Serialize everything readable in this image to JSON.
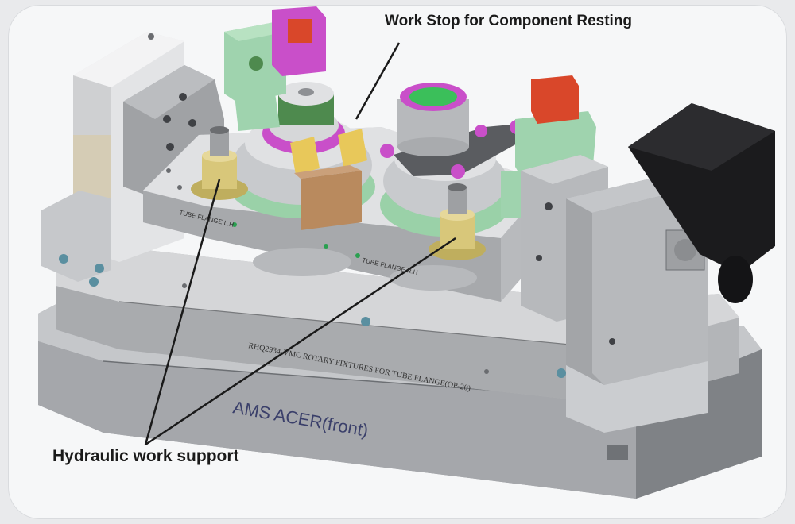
{
  "callouts": {
    "work_stop": "Work Stop for Component Resting",
    "hydraulic_support": "Hydraulic work support"
  },
  "engraving": {
    "base_brand": "AMS ACER(front)",
    "base_caption": "RHQ2934-VMC ROTARY FIXTURES FOR TUBE FLANGE(OP-20)",
    "plate_left": "TUBE FLANGE L.H",
    "plate_right": "TUBE FLANGE R.H"
  },
  "colors": {
    "steel": "#c9cacc",
    "steel_dark": "#8e9094",
    "clamp_green": "#9fd3ae",
    "support_gold": "#d8c77a",
    "magenta": "#c94fc9",
    "orange_block": "#b98a5e",
    "yellow_clamp": "#e8c85a",
    "motor_black": "#1b1b1d",
    "dark_green_ring": "#4e8a4e"
  }
}
